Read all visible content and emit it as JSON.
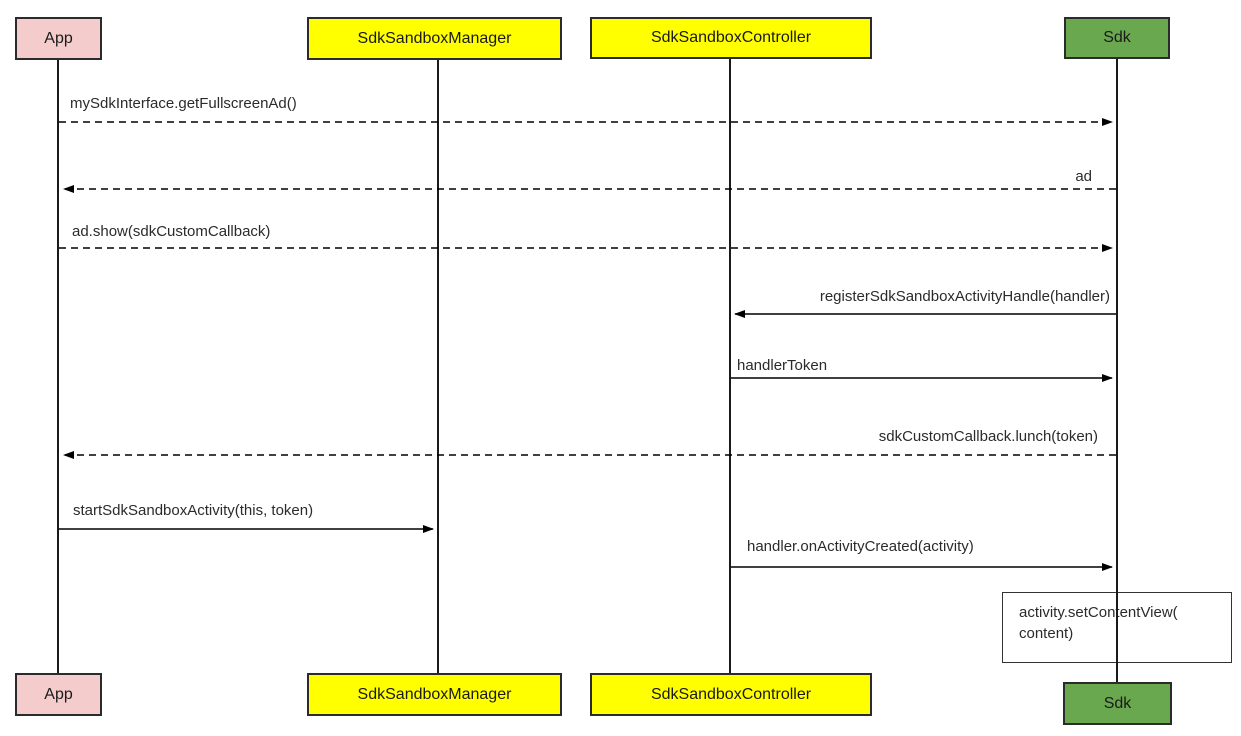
{
  "diagram": {
    "type": "uml-sequence-diagram",
    "actors": [
      {
        "name": "App",
        "color": "#f4cccc"
      },
      {
        "name": "SdkSandboxManager",
        "color": "#ffff00"
      },
      {
        "name": "SdkSandboxController",
        "color": "#ffff00"
      },
      {
        "name": "Sdk",
        "color": "#6aa84f"
      }
    ],
    "messages": [
      {
        "label": "mySdkInterface.getFullscreenAd()",
        "from": "App",
        "to": "Sdk",
        "style": "dashed"
      },
      {
        "label": "ad",
        "from": "Sdk",
        "to": "App",
        "style": "dashed"
      },
      {
        "label": "ad.show(sdkCustomCallback)",
        "from": "App",
        "to": "Sdk",
        "style": "dashed"
      },
      {
        "label": "registerSdkSandboxActivityHandle(handler)",
        "from": "Sdk",
        "to": "SdkSandboxController",
        "style": "solid"
      },
      {
        "label": "handlerToken",
        "from": "SdkSandboxController",
        "to": "Sdk",
        "style": "solid"
      },
      {
        "label": "sdkCustomCallback.lunch(token)",
        "from": "Sdk",
        "to": "App",
        "style": "dashed"
      },
      {
        "label": "startSdkSandboxActivity(this, token)",
        "from": "App",
        "to": "SdkSandboxManager",
        "style": "solid"
      },
      {
        "label": "handler.onActivityCreated(activity)",
        "from": "SdkSandboxController",
        "to": "Sdk",
        "style": "solid"
      }
    ],
    "note": {
      "attached_to": "Sdk",
      "lines": [
        "activity.setContentView(",
        "content)"
      ]
    },
    "colors": {
      "background": "#ffffff",
      "line": "#000000",
      "box_border": "#2b2b2b"
    }
  }
}
